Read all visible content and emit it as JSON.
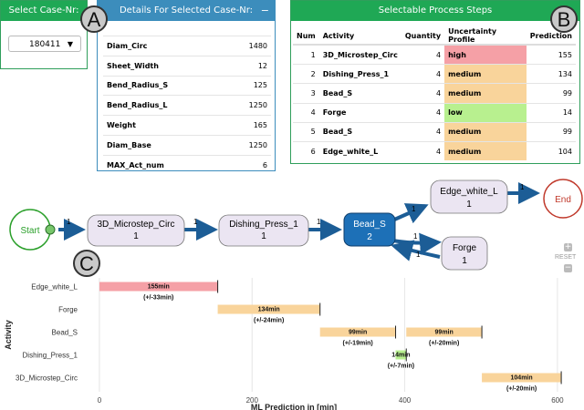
{
  "case_select": {
    "title": "Select Case-Nr:",
    "value": "180411",
    "caret": "▼"
  },
  "details": {
    "title": "Details For Selected Case-Nr:",
    "collapse": "−",
    "rows": [
      {
        "name": "Diam_Circ",
        "value": "1480"
      },
      {
        "name": "Sheet_Width",
        "value": "12"
      },
      {
        "name": "Bend_Radius_S",
        "value": "125"
      },
      {
        "name": "Bend_Radius_L",
        "value": "1250"
      },
      {
        "name": "Weight",
        "value": "165"
      },
      {
        "name": "Diam_Base",
        "value": "1250"
      },
      {
        "name": "MAX_Act_num",
        "value": "6"
      }
    ]
  },
  "steps": {
    "title": "Selectable Process Steps",
    "headers": [
      "Num",
      "Activity",
      "Quantity",
      "Uncertainty Profile",
      "Prediction"
    ],
    "rows": [
      {
        "num": "1",
        "activity": "3D_Microstep_Circ",
        "qty": "4",
        "unc": "high",
        "pred": "155"
      },
      {
        "num": "2",
        "activity": "Dishing_Press_1",
        "qty": "4",
        "unc": "medium",
        "pred": "134"
      },
      {
        "num": "3",
        "activity": "Bead_S",
        "qty": "4",
        "unc": "medium",
        "pred": "99"
      },
      {
        "num": "4",
        "activity": "Forge",
        "qty": "4",
        "unc": "low",
        "pred": "14"
      },
      {
        "num": "5",
        "activity": "Bead_S",
        "qty": "4",
        "unc": "medium",
        "pred": "99"
      },
      {
        "num": "6",
        "activity": "Edge_white_L",
        "qty": "4",
        "unc": "medium",
        "pred": "104"
      }
    ],
    "colors": {
      "high": "#f5a0a6",
      "medium": "#f9d49b",
      "low": "#b8f08f"
    }
  },
  "badges": [
    "A",
    "B",
    "C"
  ],
  "process_graph": {
    "nodes": {
      "start": "Start",
      "end": "End",
      "n1": {
        "name": "3D_Microstep_Circ",
        "count": "1"
      },
      "n2": {
        "name": "Dishing_Press_1",
        "count": "1"
      },
      "n3": {
        "name": "Bead_S",
        "count": "2"
      },
      "n4": {
        "name": "Edge_white_L",
        "count": "1"
      },
      "n5": {
        "name": "Forge",
        "count": "1"
      }
    },
    "edges": [
      "1",
      "1",
      "1",
      "1",
      "1",
      "1",
      "1"
    ],
    "zoom": {
      "plus": "+",
      "reset": "RESET",
      "minus": "−"
    }
  },
  "chart_data": {
    "type": "bar",
    "orientation": "horizontal-gantt",
    "xlabel": "ML Prediction in [min]",
    "ylabel": "Activity",
    "xlim": [
      -25,
      630
    ],
    "xticks": [
      0,
      200,
      400,
      600
    ],
    "categories": [
      "Edge_white_L",
      "Forge",
      "Bead_S",
      "Dishing_Press_1",
      "3D_Microstep_Circ"
    ],
    "bars": [
      {
        "activity": "Edge_white_L",
        "start": 0,
        "value": 155,
        "label": "155min",
        "unc": "(+/-33min)",
        "color": "#f5a0a6"
      },
      {
        "activity": "Forge",
        "start": 155,
        "value": 134,
        "label": "134min",
        "unc": "(+/-24min)",
        "color": "#f9d49b"
      },
      {
        "activity": "Bead_S",
        "start": 289,
        "value": 99,
        "label": "99min",
        "unc": "(+/-19min)",
        "color": "#f9d49b"
      },
      {
        "activity": "Bead_S",
        "start": 402,
        "value": 99,
        "label": "99min",
        "unc": "(+/-20min)",
        "color": "#f9d49b"
      },
      {
        "activity": "Dishing_Press_1",
        "start": 388,
        "value": 14,
        "label": "14min",
        "unc": "(+/-7min)",
        "color": "#b8f08f"
      },
      {
        "activity": "3D_Microstep_Circ",
        "start": 501,
        "value": 104,
        "label": "104min",
        "unc": "(+/-20min)",
        "color": "#f9d49b"
      }
    ]
  }
}
